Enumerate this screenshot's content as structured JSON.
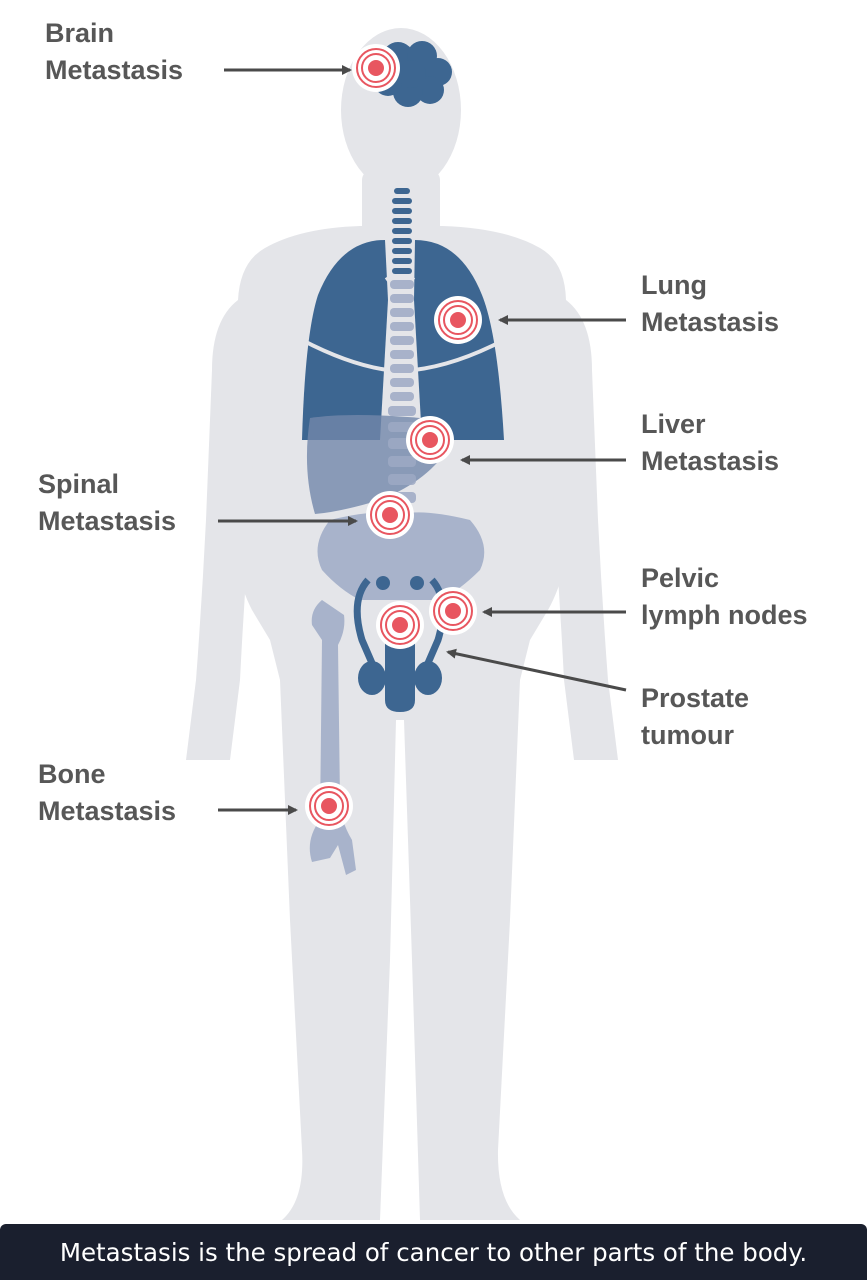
{
  "labels": {
    "brain": {
      "line1": "Brain",
      "line2": "Metastasis"
    },
    "lung": {
      "line1": "Lung",
      "line2": "Metastasis"
    },
    "liver": {
      "line1": "Liver",
      "line2": "Metastasis"
    },
    "spinal": {
      "line1": "Spinal",
      "line2": "Metastasis"
    },
    "pelvic": {
      "line1": "Pelvic",
      "line2": "lymph nodes"
    },
    "prostate": {
      "line1": "Prostate",
      "line2": "tumour"
    },
    "bone": {
      "line1": "Bone",
      "line2": "Metastasis"
    }
  },
  "caption": "Metastasis is the spread of cancer to other parts of the body.",
  "colors": {
    "body": "#e4e5e9",
    "organ": "#3d6691",
    "bone": "#9eaac5",
    "arrow": "#4a4a4a",
    "target_red": "#e85660",
    "caption_bg": "#1a1f2e"
  }
}
